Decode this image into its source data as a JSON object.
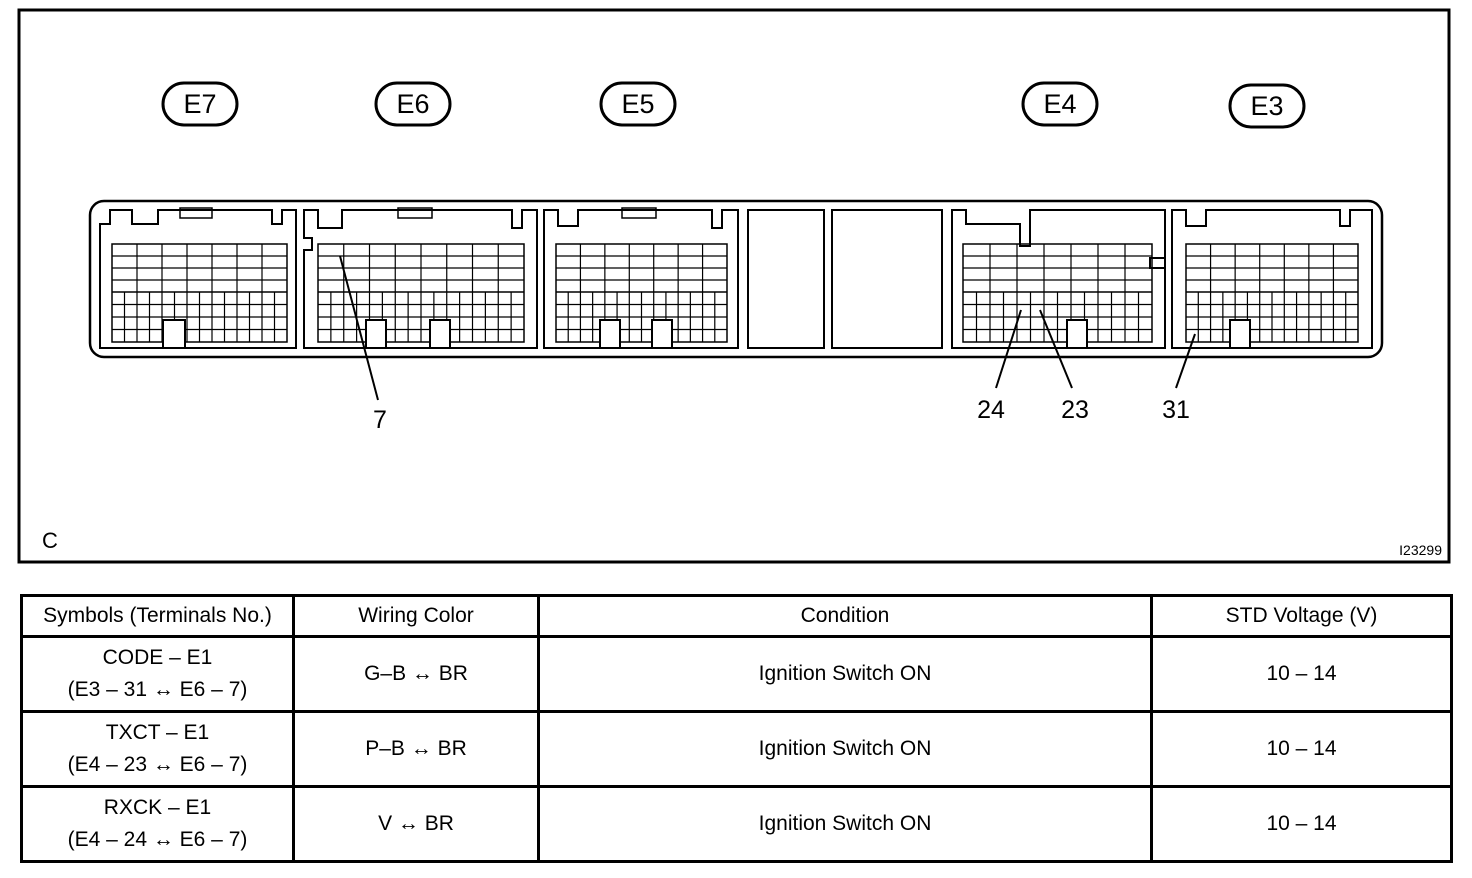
{
  "connectors": [
    {
      "id": "E7",
      "label": "E7"
    },
    {
      "id": "E6",
      "label": "E6"
    },
    {
      "id": "E5",
      "label": "E5"
    },
    {
      "id": "E4",
      "label": "E4"
    },
    {
      "id": "E3",
      "label": "E3"
    }
  ],
  "callouts": {
    "pin7": "7",
    "pin24": "24",
    "pin23": "23",
    "pin31": "31"
  },
  "corner_letter": "C",
  "figure_code": "I23299",
  "table": {
    "headers": [
      "Symbols (Terminals No.)",
      "Wiring Color",
      "Condition",
      "STD Voltage (V)"
    ],
    "rows": [
      {
        "symbol": "CODE – E1",
        "terminals": "(E3 – 31 ↔ E6 – 7)",
        "wiring": "G–B ↔ BR",
        "condition": "Ignition Switch ON",
        "voltage": "10 – 14"
      },
      {
        "symbol": "TXCT – E1",
        "terminals": "(E4 – 23 ↔ E6 – 7)",
        "wiring": "P–B ↔ BR",
        "condition": "Ignition Switch ON",
        "voltage": "10 – 14"
      },
      {
        "symbol": "RXCK – E1",
        "terminals": "(E4 – 24 ↔ E6 – 7)",
        "wiring": "V ↔ BR",
        "condition": "Ignition Switch ON",
        "voltage": "10 – 14"
      }
    ]
  }
}
